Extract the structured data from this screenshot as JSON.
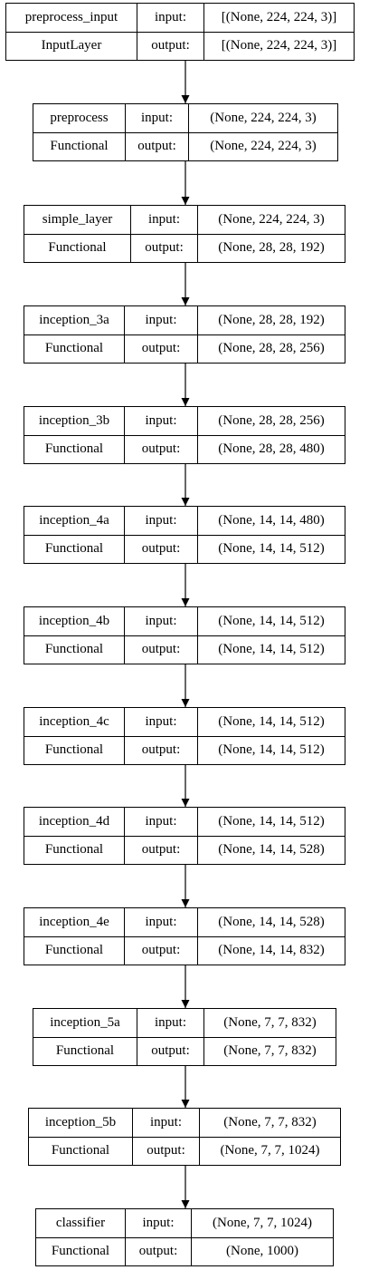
{
  "diagram": {
    "input_label": "input:",
    "output_label": "output:",
    "layers": [
      {
        "name": "preprocess_input",
        "type": "InputLayer",
        "input": "[(None, 224, 224, 3)]",
        "output": "[(None, 224, 224, 3)]"
      },
      {
        "name": "preprocess",
        "type": "Functional",
        "input": "(None, 224, 224, 3)",
        "output": "(None, 224, 224, 3)"
      },
      {
        "name": "simple_layer",
        "type": "Functional",
        "input": "(None, 224, 224, 3)",
        "output": "(None, 28, 28, 192)"
      },
      {
        "name": "inception_3a",
        "type": "Functional",
        "input": "(None, 28, 28, 192)",
        "output": "(None, 28, 28, 256)"
      },
      {
        "name": "inception_3b",
        "type": "Functional",
        "input": "(None, 28, 28, 256)",
        "output": "(None, 28, 28, 480)"
      },
      {
        "name": "inception_4a",
        "type": "Functional",
        "input": "(None, 14, 14, 480)",
        "output": "(None, 14, 14, 512)"
      },
      {
        "name": "inception_4b",
        "type": "Functional",
        "input": "(None, 14, 14, 512)",
        "output": "(None, 14, 14, 512)"
      },
      {
        "name": "inception_4c",
        "type": "Functional",
        "input": "(None, 14, 14, 512)",
        "output": "(None, 14, 14, 512)"
      },
      {
        "name": "inception_4d",
        "type": "Functional",
        "input": "(None, 14, 14, 512)",
        "output": "(None, 14, 14, 528)"
      },
      {
        "name": "inception_4e",
        "type": "Functional",
        "input": "(None, 14, 14, 528)",
        "output": "(None, 14, 14, 832)"
      },
      {
        "name": "inception_5a",
        "type": "Functional",
        "input": "(None, 7, 7, 832)",
        "output": "(None, 7, 7, 832)"
      },
      {
        "name": "inception_5b",
        "type": "Functional",
        "input": "(None, 7, 7, 832)",
        "output": "(None, 7, 7, 1024)"
      },
      {
        "name": "classifier",
        "type": "Functional",
        "input": "(None, 7, 7, 1024)",
        "output": "(None, 1000)"
      }
    ]
  }
}
